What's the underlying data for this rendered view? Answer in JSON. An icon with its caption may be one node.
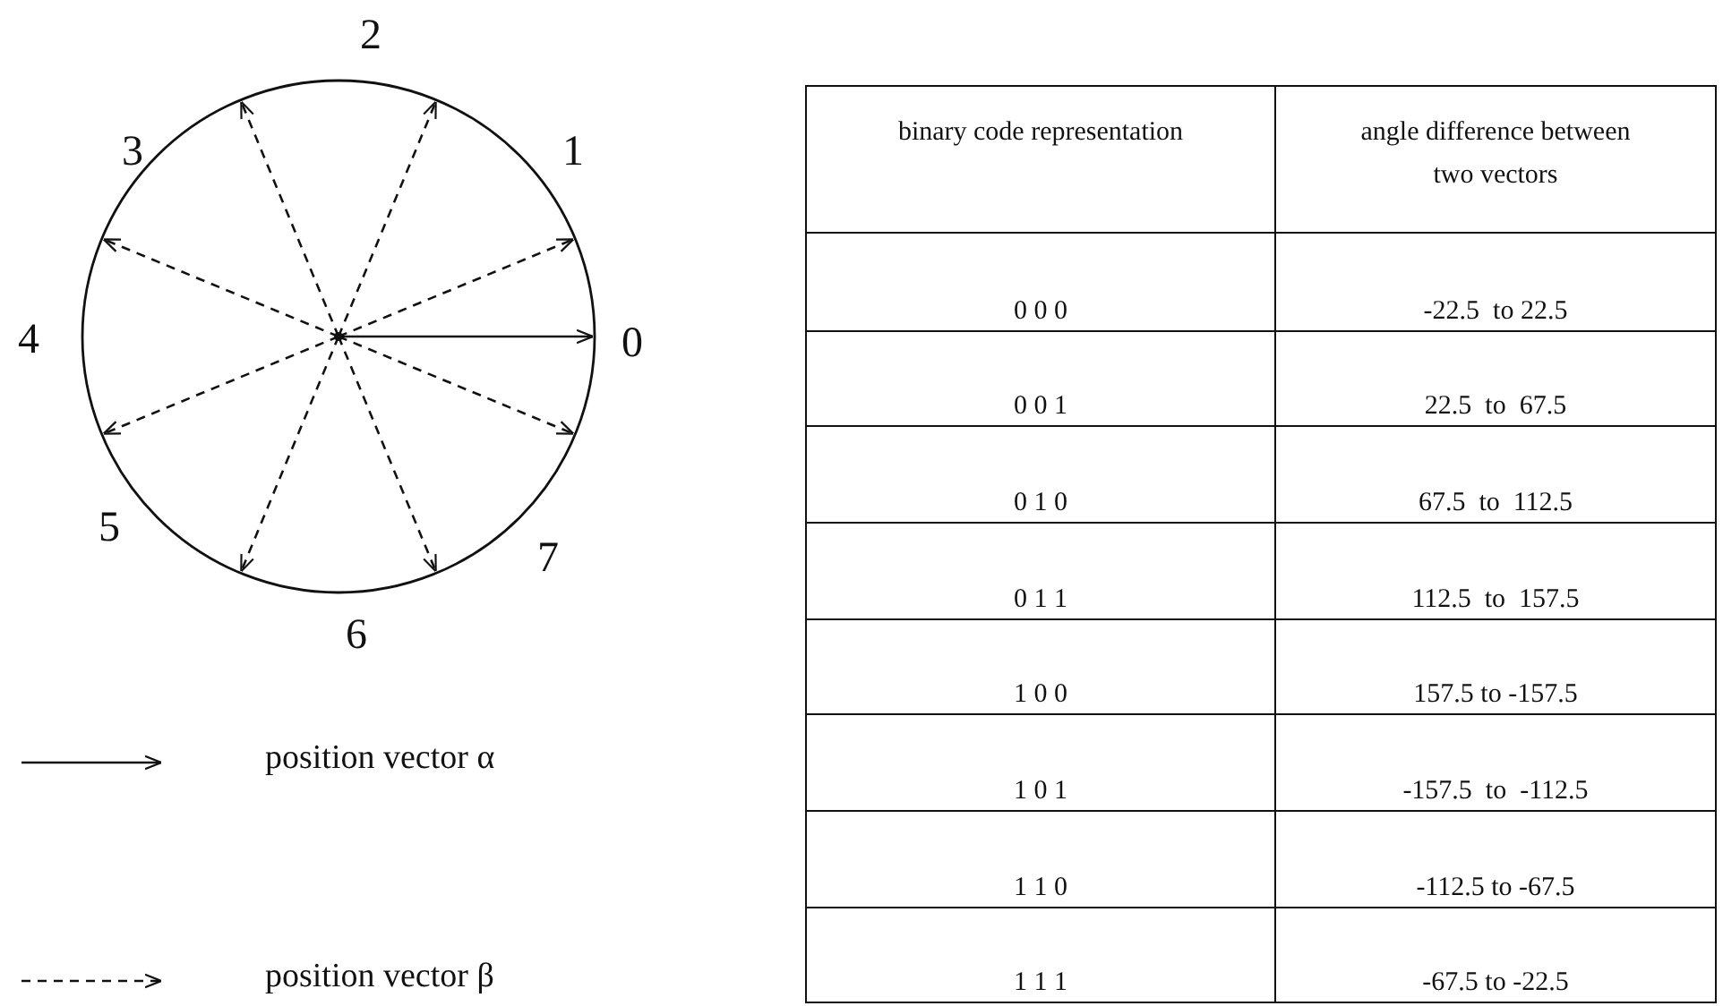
{
  "diagram": {
    "labels": [
      "2",
      "3",
      "1",
      "4",
      "0",
      "5",
      "7",
      "6",
      "binary code representation",
      "angle difference between two vectors",
      "0 0 0",
      "-22.5  to 22.5",
      "0 0 1",
      "22.5  to  67.5",
      "0 1 0",
      "67.5  to  112.5",
      "0 1 1",
      "112.5  to  157.5",
      "1 0 0",
      "157.5 to -157.5",
      "1 0 1",
      "-157.5  to  -112.5",
      "1 1 0",
      "-112.5 to -67.5",
      "1 1 1",
      "-67.5 to -22.5"
    ],
    "legend": [
      {
        "text": "position vector α"
      },
      {
        "text": "position vector β"
      }
    ]
  }
}
